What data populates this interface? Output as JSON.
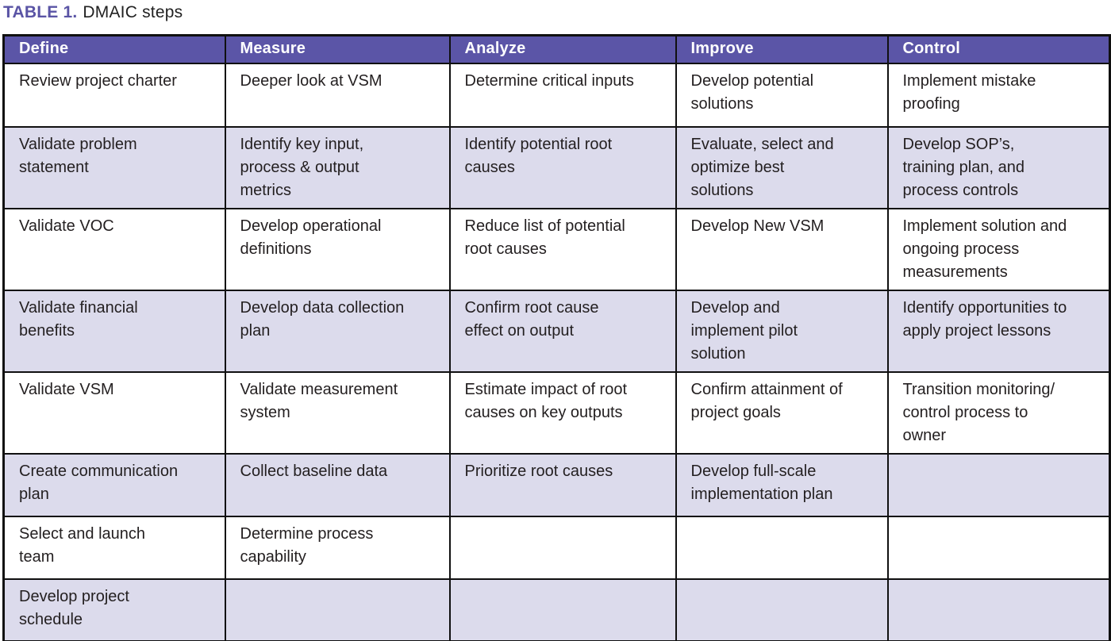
{
  "title": {
    "label": "TABLE 1.",
    "caption": "DMAIC steps"
  },
  "colors": {
    "header_bg": "#5b55a7",
    "stripe_bg": "#dcdbec",
    "border": "#101010",
    "title_accent": "#5a54a5",
    "header_text": "#ffffff",
    "body_text": "#231f20"
  },
  "table": {
    "columns": [
      "Define",
      "Measure",
      "Analyze",
      "Improve",
      "Control"
    ],
    "rows": [
      [
        "Review project charter",
        "Deeper look at VSM",
        "Determine critical inputs",
        "Develop potential solutions",
        "Implement mistake proofing"
      ],
      [
        "Validate problem statement",
        "Identify key input, process & output metrics",
        "Identify potential root causes",
        "Evaluate, select and optimize best solutions",
        "Develop SOP’s, training plan, and process controls"
      ],
      [
        "Validate VOC",
        "Develop operational definitions",
        "Reduce list of potential root causes",
        "Develop New VSM",
        "Implement solution and ongoing process measurements"
      ],
      [
        "Validate financial benefits",
        "Develop data collection plan",
        "Confirm root cause effect on output",
        "Develop and implement pilot solution",
        "Identify opportunities to apply project lessons"
      ],
      [
        "Validate VSM",
        "Validate measurement system",
        "Estimate impact of root causes on key outputs",
        "Confirm attainment of project goals",
        "Transition monitoring/ control process to owner"
      ],
      [
        "Create communication plan",
        "Collect baseline data",
        "Prioritize root causes",
        "Develop full-scale implementation plan",
        ""
      ],
      [
        "Select and launch team",
        "Determine process capability",
        "",
        "",
        ""
      ],
      [
        "Develop project schedule",
        "",
        "",
        "",
        ""
      ]
    ]
  }
}
